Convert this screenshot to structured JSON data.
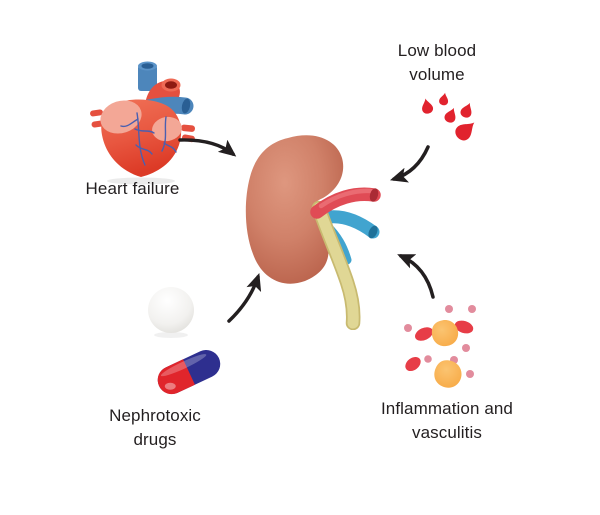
{
  "figure": {
    "background_color": "#ffffff",
    "text_color": "#231f20",
    "arrow_color": "#231f20"
  },
  "center": {
    "id": "kidney",
    "icon": "kidney-icon",
    "colors": {
      "kidney_body": "#cd7d64",
      "renal_artery": "#e04b55",
      "renal_vein": "#3ba0cd",
      "ureter": "#ded391"
    }
  },
  "causes": [
    {
      "id": "heart-failure",
      "icon": "heart-icon",
      "label_lines": [
        "Heart failure"
      ],
      "accent_color": "#e8503c"
    },
    {
      "id": "low-blood-volume",
      "icon": "blood-drops-icon",
      "label_lines": [
        "Low blood",
        "volume"
      ],
      "accent_color": "#e1232e"
    },
    {
      "id": "nephrotoxic-drugs",
      "icon": "pills-icon",
      "label_lines": [
        "Nephrotoxic",
        "drugs"
      ],
      "accent_color": "#2e2f8f"
    },
    {
      "id": "inflammation-vasculitis",
      "icon": "inflammation-cells-icon",
      "label_lines": [
        "Inflammation and",
        "vasculitis"
      ],
      "accent_color": "#f9ae4e"
    }
  ]
}
